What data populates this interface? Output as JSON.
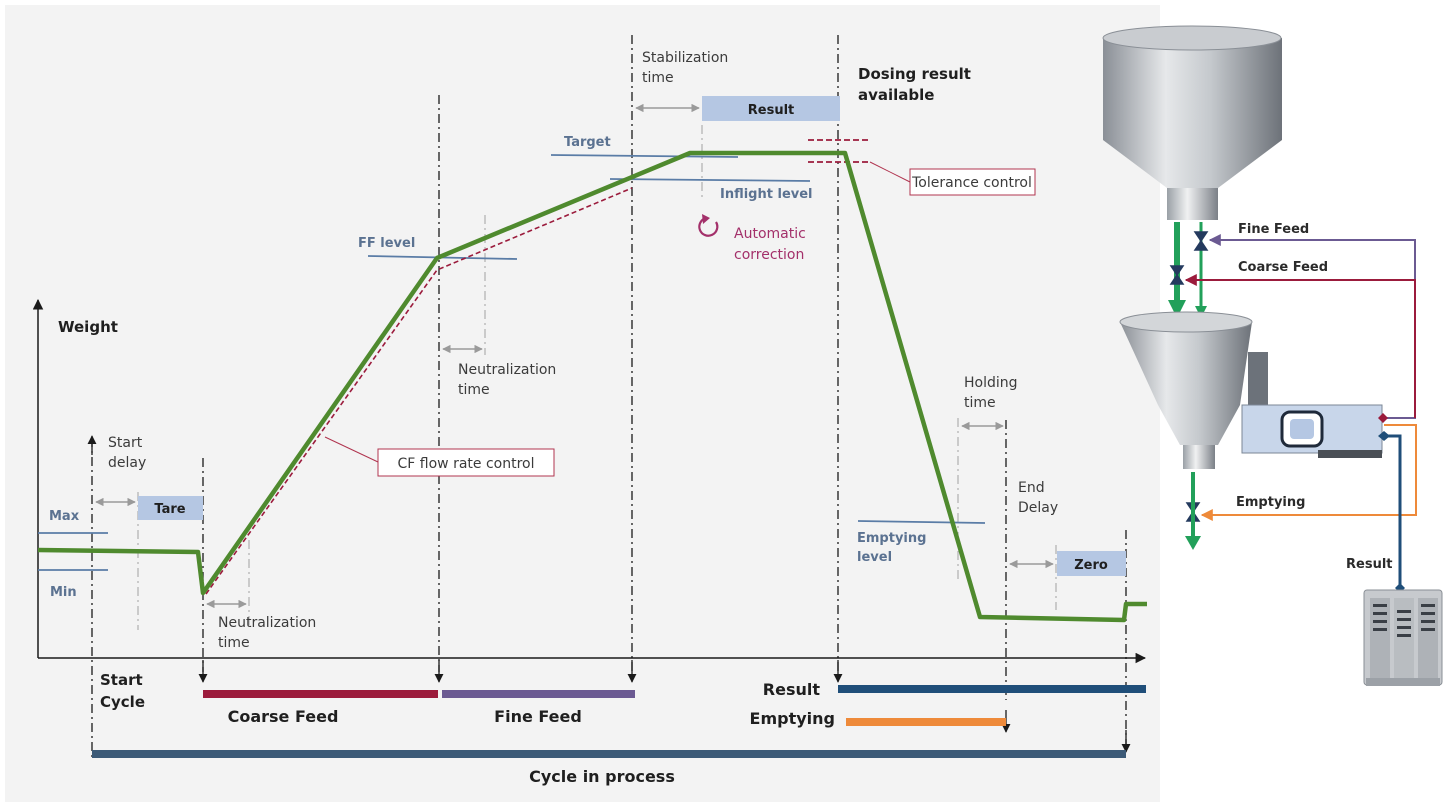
{
  "axis": {
    "y_label": "Weight"
  },
  "levels": {
    "max": "Max",
    "min": "Min",
    "ff_level": "FF level",
    "target": "Target",
    "inflight": "Inflight level",
    "emptying_level_1": "Emptying",
    "emptying_level_2": "level"
  },
  "timings": {
    "start_delay_1": "Start",
    "start_delay_2": "delay",
    "neutralization_1_a": "Neutralization",
    "neutralization_1_b": "time",
    "neutralization_2_a": "Neutralization",
    "neutralization_2_b": "time",
    "stabilization_a": "Stabilization",
    "stabilization_b": "time",
    "holding_a": "Holding",
    "holding_b": "time",
    "end_delay_a": "End",
    "end_delay_b": "Delay"
  },
  "boxes": {
    "tare": "Tare",
    "result": "Result",
    "zero": "Zero"
  },
  "callouts": {
    "cf_flow": "CF flow rate control",
    "tolerance": "Tolerance control",
    "auto_corr_1": "Automatic",
    "auto_corr_2": "correction"
  },
  "dosing": {
    "line1": "Dosing result",
    "line2": "available"
  },
  "phases": {
    "start_cycle_1": "Start",
    "start_cycle_2": "Cycle",
    "coarse_feed": "Coarse Feed",
    "fine_feed": "Fine Feed",
    "result": "Result",
    "emptying": "Emptying",
    "cycle_in_process": "Cycle in process"
  },
  "hardware": {
    "fine_feed": "Fine Feed",
    "coarse_feed": "Coarse Feed",
    "emptying": "Emptying",
    "result": "Result"
  },
  "colors": {
    "weight_curve": "#4f8a2e",
    "coarse_feed": "#9b1b3c",
    "fine_feed": "#6b5a92",
    "result": "#1f4e79",
    "emptying": "#ee8a3a",
    "cycle": "#3c5a77",
    "level_lines": "#5a7ca6",
    "label_box": "#b5c7e3",
    "callout_border": "#b0344f"
  }
}
